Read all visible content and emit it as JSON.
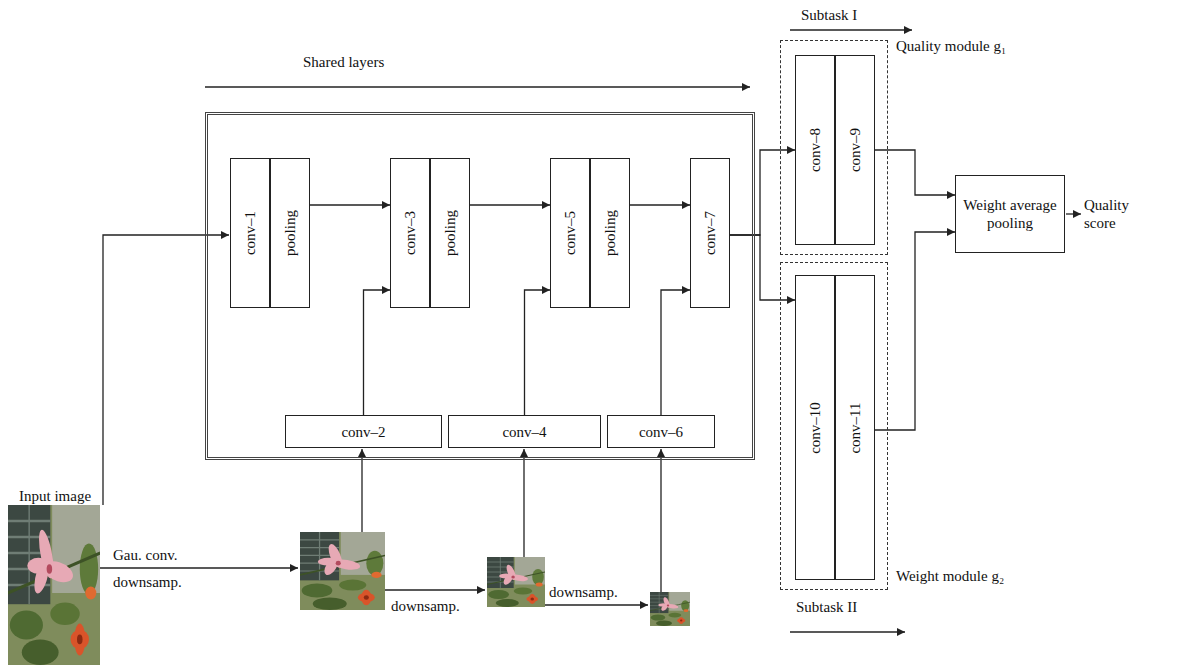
{
  "diagram": {
    "nodes": [
      {
        "text": [
          "Shared layers"
        ]
      },
      {
        "text": [
          "conv–1"
        ],
        "in": 0
      },
      {
        "text": [
          "pooling"
        ],
        "in": 0
      },
      {
        "text": [
          "conv–3"
        ],
        "in": 0
      },
      {
        "text": [
          "pooling"
        ],
        "in": 0
      },
      {
        "text": [
          "conv–5"
        ],
        "in": 0
      },
      {
        "text": [
          "pooling"
        ],
        "in": 0
      },
      {
        "text": [
          "conv–7"
        ],
        "in": 0
      },
      {
        "text": [
          "conv–2"
        ],
        "in": 0
      },
      {
        "text": [
          "conv–4"
        ],
        "in": 0
      },
      {
        "text": [
          "conv–6"
        ],
        "in": 0
      },
      {
        "text": [
          "Quality module g₁"
        ]
      },
      {
        "text": [
          "conv–8"
        ],
        "in": 11
      },
      {
        "text": [
          "conv–9"
        ],
        "in": 11
      },
      {
        "text": [
          "Weight module g₂"
        ]
      },
      {
        "text": [
          "conv–10"
        ],
        "in": 14
      },
      {
        "text": [
          "conv–11"
        ],
        "in": 14
      },
      {
        "text": [
          "Weight average pooling"
        ]
      }
    ],
    "edges": [
      {
        "from": 2,
        "to": 3,
        "arrow": "to"
      },
      {
        "from": 8,
        "to": 3,
        "arrow": "to"
      },
      {
        "from": 4,
        "to": 5,
        "arrow": "to"
      },
      {
        "from": 9,
        "to": 5,
        "arrow": "to"
      },
      {
        "from": 6,
        "to": 7,
        "arrow": "to"
      },
      {
        "from": 10,
        "to": 7,
        "arrow": "to"
      },
      {
        "from": 7,
        "to": 12,
        "arrow": "to"
      },
      {
        "from": 7,
        "to": 15,
        "arrow": "to"
      },
      {
        "from": 13,
        "to": 17,
        "arrow": "to"
      },
      {
        "from": 16,
        "to": 17,
        "arrow": "to"
      }
    ],
    "labels": [
      "Subtask I",
      "Subtask II",
      "Input image",
      "Gau. conv.",
      "downsamp.",
      "downsamp.",
      "downsamp.",
      "Quality score"
    ]
  }
}
